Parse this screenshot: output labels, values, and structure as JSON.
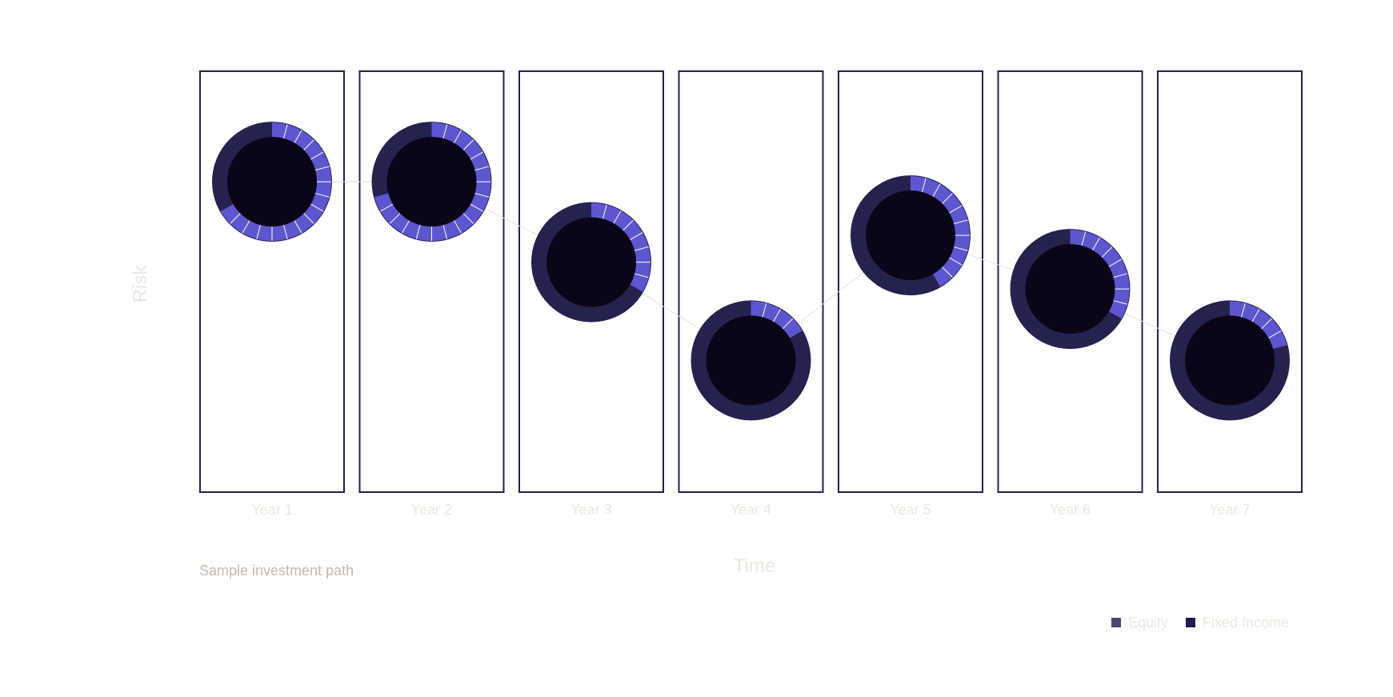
{
  "chart_data": {
    "type": "line",
    "xlabel": "Time",
    "ylabel": "Risk",
    "note": "Sample investment path",
    "categories": [
      "Year 1",
      "Year 2",
      "Year 3",
      "Year 4",
      "Year 5",
      "Year 6",
      "Year 7"
    ],
    "legend": [
      {
        "name": "Equity",
        "color": "#4a4673"
      },
      {
        "name": "Fixed Income",
        "color": "#1e1c4a"
      }
    ],
    "risk": [
      5.3,
      5.3,
      3.5,
      1.3,
      4.1,
      2.9,
      1.3
    ],
    "risk_range": [
      0,
      6
    ],
    "equity_slices": [
      16,
      17,
      8,
      4,
      10,
      8,
      5
    ],
    "slices_per_ring": 24,
    "colors": {
      "panel_border": "#23204f",
      "ring": "#25224f",
      "equity": "#5c57cf",
      "core": "#0b0518",
      "path": "#e4e1dd"
    }
  }
}
